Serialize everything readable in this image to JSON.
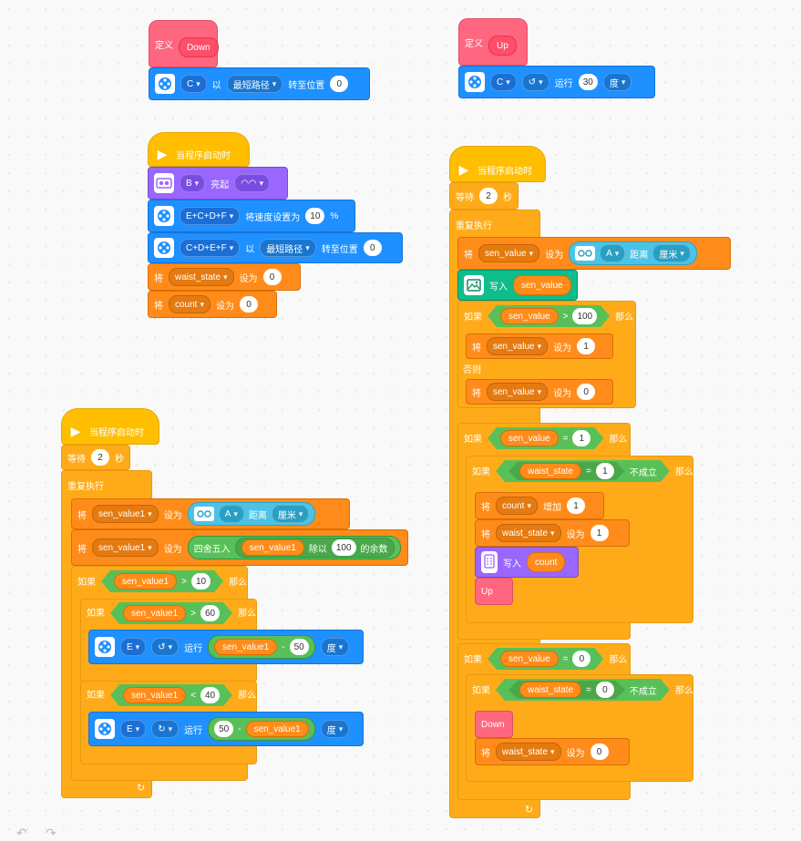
{
  "labels": {
    "define": "定义",
    "when_start": "当程序启动时",
    "wait": "等待",
    "seconds": "秒",
    "forever": "重复执行",
    "set": "将",
    "set_to": "设为",
    "if": "如果",
    "then": "那么",
    "else": "否则",
    "run": "运行",
    "degrees": "度",
    "shortest_path": "最短路径",
    "rotate_to": "转至位置",
    "with": "以",
    "light_on": "亮起",
    "set_speed": "将速度设置为",
    "percent": "%",
    "distance": "距离",
    "cm": "厘米",
    "write": "写入",
    "round": "四舍五入",
    "divide_by": "除以",
    "remainder": "的余数",
    "not": "不成立",
    "increase": "增加",
    "minus": "-"
  },
  "procedures": {
    "down": "Down",
    "up": "Up"
  },
  "ports": {
    "a": "A",
    "b": "B",
    "c": "C",
    "e": "E",
    "efcd": "E+C+D+F",
    "cdef": "C+D+E+F"
  },
  "variables": {
    "sen_value": "sen_value",
    "sen_value1": "sen_value1",
    "waist_state": "waist_state",
    "count": "count"
  },
  "numbers": {
    "zero": "0",
    "one": "1",
    "two": "2",
    "ten": "10",
    "thirty": "30",
    "forty": "40",
    "fifty": "50",
    "sixty": "60",
    "hundred": "100"
  },
  "ops": {
    "gt": ">",
    "lt": "<",
    "eq": "="
  },
  "colors": {
    "control": "#ffab19",
    "variable": "#ff8c1a",
    "motor": "#1e90ff",
    "define": "#ff6680",
    "event": "#ffbf00",
    "light": "#9966ff",
    "operator": "#59c059",
    "sensor": "#4cc3e6"
  }
}
